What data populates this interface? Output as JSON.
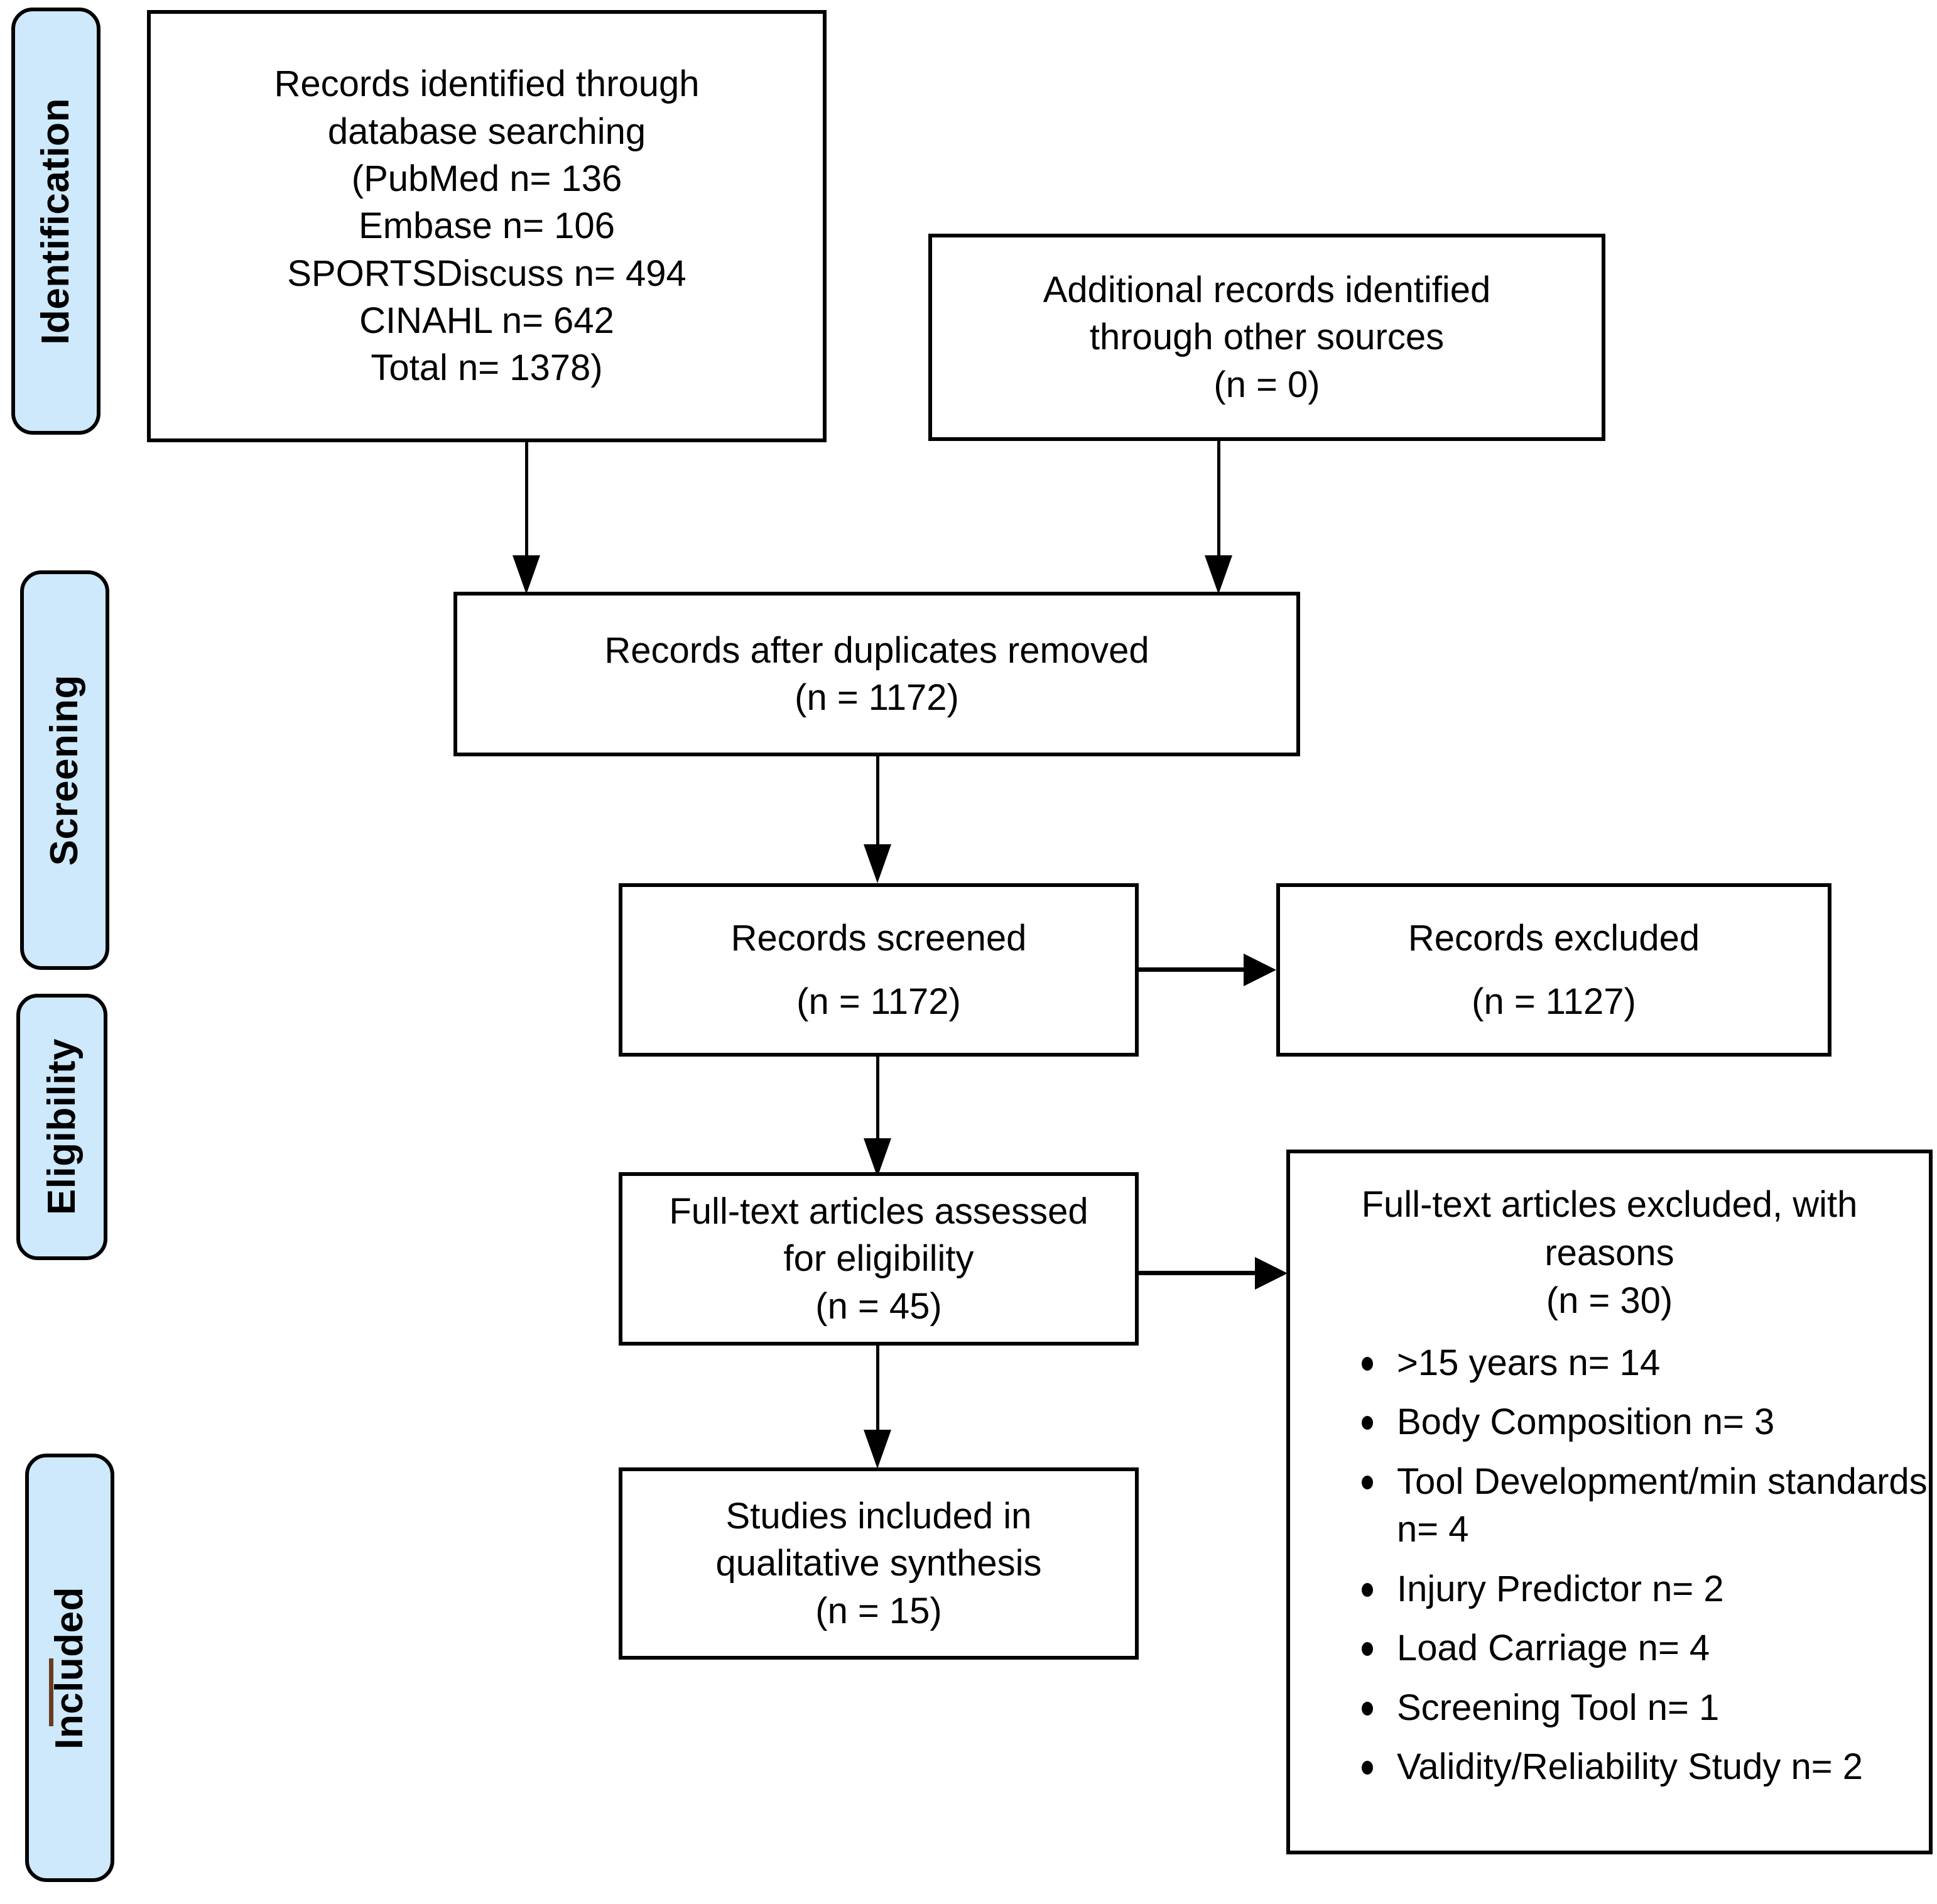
{
  "diagram": {
    "title": "PRISMA flow diagram",
    "accent_color": "#cde9fb",
    "line_color": "#000000"
  },
  "phases": [
    {
      "id": "identification",
      "label": "Identification"
    },
    {
      "id": "screening",
      "label": "Screening"
    },
    {
      "id": "eligibility",
      "label": "Eligibility"
    },
    {
      "id": "included",
      "label": "Included"
    }
  ],
  "boxes": {
    "records_identified": {
      "lines": [
        "Records identified through",
        "database searching",
        "(PubMed n= 136",
        "Embase n= 106",
        "SPORTSDiscuss n= 494",
        "CINAHL n= 642",
        "Total n= 1378)"
      ]
    },
    "additional_records": {
      "lines": [
        "Additional records identified",
        "through other sources",
        "(n = 0)"
      ]
    },
    "duplicates_removed": {
      "lines": [
        "Records after duplicates removed",
        "(n = 1172)"
      ]
    },
    "records_screened": {
      "lines": [
        "Records screened",
        "(n = 1172)"
      ]
    },
    "records_excluded": {
      "lines": [
        "Records excluded",
        "(n = 1127)"
      ]
    },
    "fulltext_assessed": {
      "lines": [
        "Full-text articles assessed",
        "for eligibility",
        "(n = 45)"
      ]
    },
    "fulltext_excluded": {
      "head_lines": [
        "Full-text articles excluded, with",
        "reasons",
        "(n = 30)"
      ],
      "reasons": [
        ">15 years n= 14",
        "Body Composition n= 3",
        "Tool Development/min standards n= 4",
        "Injury Predictor n= 2",
        "Load Carriage n= 4",
        "Screening Tool n= 1",
        "Validity/Reliability Study n= 2"
      ]
    },
    "studies_included": {
      "lines": [
        "Studies included in",
        "qualitative synthesis",
        "(n = 15)"
      ]
    }
  },
  "chart_data": {
    "type": "diagram",
    "title": "PRISMA flow diagram",
    "nodes": [
      {
        "id": "records_identified",
        "phase": "Identification",
        "n": 1378,
        "sources": {
          "PubMed": 136,
          "Embase": 106,
          "SPORTSDiscuss": 494,
          "CINAHL": 642
        }
      },
      {
        "id": "additional_records",
        "phase": "Identification",
        "n": 0
      },
      {
        "id": "duplicates_removed",
        "phase": "Screening",
        "n": 1172
      },
      {
        "id": "records_screened",
        "phase": "Screening",
        "n": 1172
      },
      {
        "id": "records_excluded",
        "phase": "Screening",
        "n": 1127
      },
      {
        "id": "fulltext_assessed",
        "phase": "Eligibility",
        "n": 45
      },
      {
        "id": "fulltext_excluded",
        "phase": "Eligibility",
        "n": 30,
        "reasons": {
          ">15 years": 14,
          "Body Composition": 3,
          "Tool Development/min standards": 4,
          "Injury Predictor": 2,
          "Load Carriage": 4,
          "Screening Tool": 1,
          "Validity/Reliability Study": 2
        }
      },
      {
        "id": "studies_included",
        "phase": "Included",
        "n": 15
      }
    ],
    "edges": [
      {
        "from": "records_identified",
        "to": "duplicates_removed"
      },
      {
        "from": "additional_records",
        "to": "duplicates_removed"
      },
      {
        "from": "duplicates_removed",
        "to": "records_screened"
      },
      {
        "from": "records_screened",
        "to": "records_excluded"
      },
      {
        "from": "records_screened",
        "to": "fulltext_assessed"
      },
      {
        "from": "fulltext_assessed",
        "to": "fulltext_excluded"
      },
      {
        "from": "fulltext_assessed",
        "to": "studies_included"
      }
    ]
  }
}
